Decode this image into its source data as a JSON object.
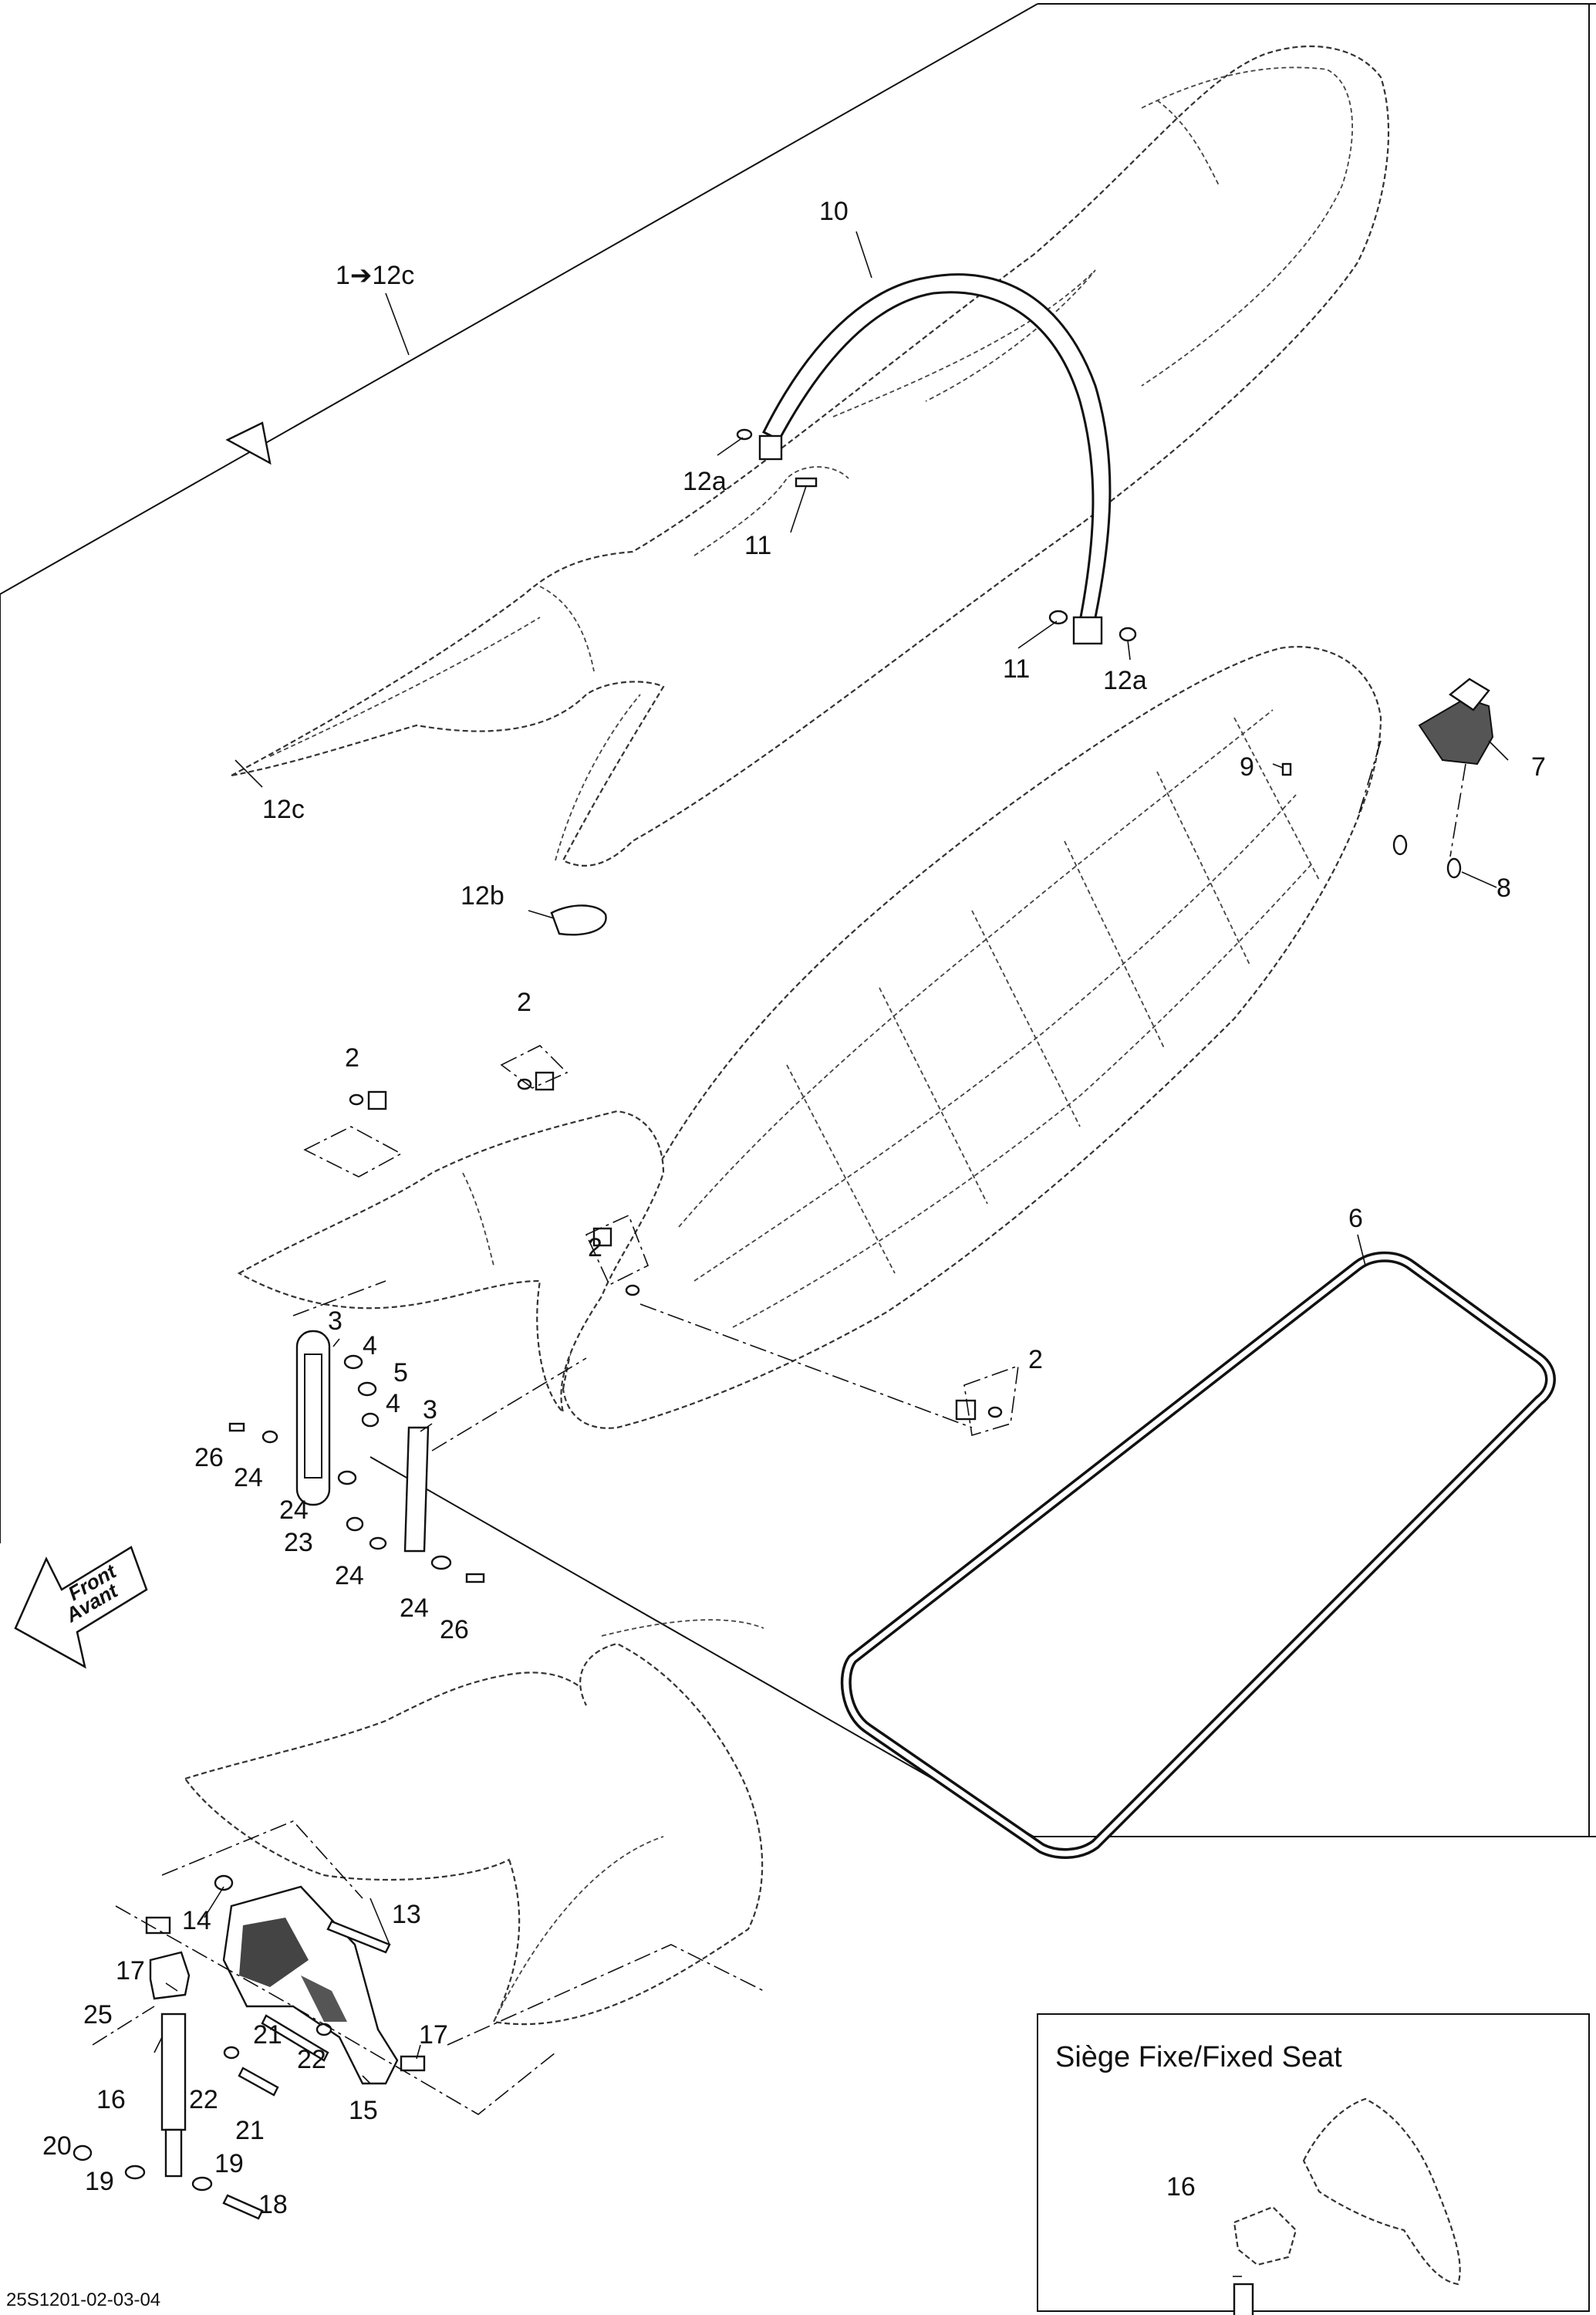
{
  "diagram": {
    "inset_title": "Siège Fixe/Fixed Seat",
    "drawing_code": "25S1201-02-03-04",
    "front_arrow": {
      "line1": "Front",
      "line2": "Avant"
    }
  },
  "callouts": [
    {
      "id": "c-1-12c",
      "text": "1➔12c"
    },
    {
      "id": "c-10",
      "text": "10"
    },
    {
      "id": "c-12a-top",
      "text": "12a"
    },
    {
      "id": "c-11-top",
      "text": "11"
    },
    {
      "id": "c-11-right",
      "text": "11"
    },
    {
      "id": "c-12a-right",
      "text": "12a"
    },
    {
      "id": "c-12c",
      "text": "12c"
    },
    {
      "id": "c-12b",
      "text": "12b"
    },
    {
      "id": "c-9",
      "text": "9"
    },
    {
      "id": "c-7",
      "text": "7"
    },
    {
      "id": "c-8",
      "text": "8"
    },
    {
      "id": "c-2-a",
      "text": "2"
    },
    {
      "id": "c-2-b",
      "text": "2"
    },
    {
      "id": "c-2-c",
      "text": "2"
    },
    {
      "id": "c-2-d",
      "text": "2"
    },
    {
      "id": "c-6",
      "text": "6"
    },
    {
      "id": "c-3-a",
      "text": "3"
    },
    {
      "id": "c-4-a",
      "text": "4"
    },
    {
      "id": "c-5",
      "text": "5"
    },
    {
      "id": "c-4-b",
      "text": "4"
    },
    {
      "id": "c-3-b",
      "text": "3"
    },
    {
      "id": "c-26-a",
      "text": "26"
    },
    {
      "id": "c-24-a",
      "text": "24"
    },
    {
      "id": "c-24-b",
      "text": "24"
    },
    {
      "id": "c-23",
      "text": "23"
    },
    {
      "id": "c-24-c",
      "text": "24"
    },
    {
      "id": "c-24-d",
      "text": "24"
    },
    {
      "id": "c-26-b",
      "text": "26"
    },
    {
      "id": "c-14",
      "text": "14"
    },
    {
      "id": "c-13",
      "text": "13"
    },
    {
      "id": "c-17-a",
      "text": "17"
    },
    {
      "id": "c-25",
      "text": "25"
    },
    {
      "id": "c-21-a",
      "text": "21"
    },
    {
      "id": "c-22-a",
      "text": "22"
    },
    {
      "id": "c-17-b",
      "text": "17"
    },
    {
      "id": "c-16",
      "text": "16"
    },
    {
      "id": "c-22-b",
      "text": "22"
    },
    {
      "id": "c-21-b",
      "text": "21"
    },
    {
      "id": "c-15",
      "text": "15"
    },
    {
      "id": "c-20",
      "text": "20"
    },
    {
      "id": "c-19-a",
      "text": "19"
    },
    {
      "id": "c-19-b",
      "text": "19"
    },
    {
      "id": "c-18",
      "text": "18"
    },
    {
      "id": "c-16-inset",
      "text": "16"
    }
  ]
}
